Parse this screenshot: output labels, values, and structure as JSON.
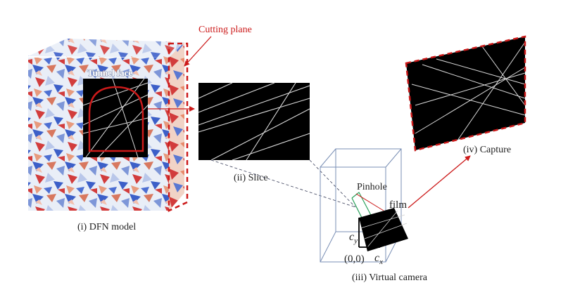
{
  "labels": {
    "cutting_plane": "Cutting plane",
    "tunnel_face": "Tunnel face",
    "dfn_model": "(i) DFN model",
    "slice": "(ii) Slice",
    "virtual_camera": "(iii) Virtual camera",
    "capture": "(iv) Capture",
    "pinhole": "Pinhole",
    "film": "film",
    "origin": "(0,0)",
    "cx": "c",
    "cx_sub": "x",
    "cy": "c",
    "cy_sub": "y"
  },
  "colors": {
    "accent_red": "#cc1a1a",
    "camera_box": "#7a8fb5",
    "fracture_blue": "#3c5fc8",
    "fracture_red": "#d23c3c"
  }
}
